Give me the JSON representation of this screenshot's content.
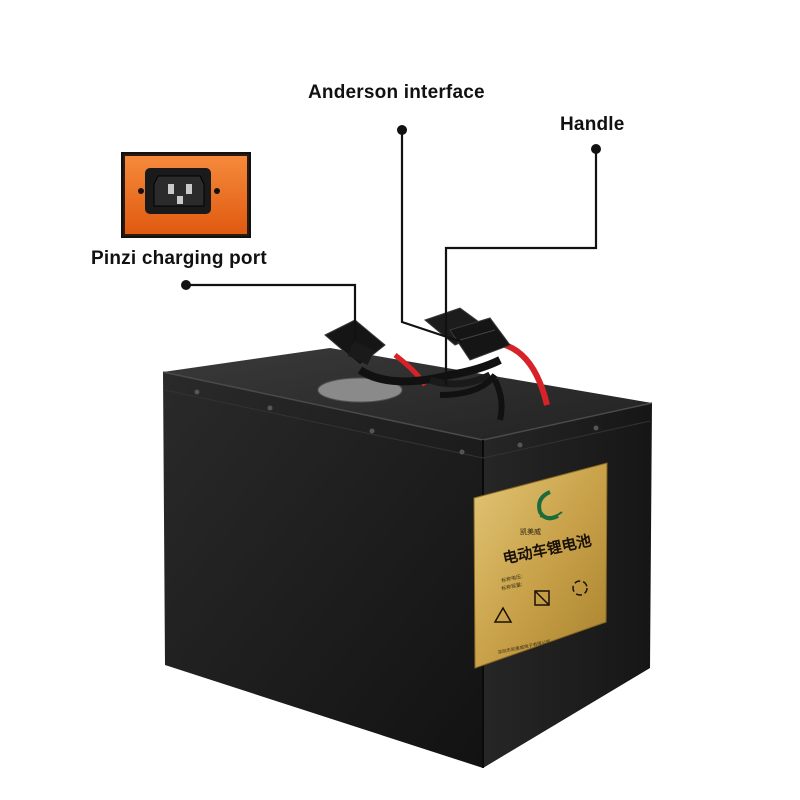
{
  "callouts": {
    "anderson": "Anderson interface",
    "handle": "Handle",
    "charging_port": "Pinzi charging port"
  },
  "battery_label": {
    "brand": "凯美威",
    "product": "电动车锂电池",
    "spec_lines": [
      "标称电压:",
      "标称容量:"
    ],
    "footer": "深圳市凯美威电子有限公司"
  },
  "icons": [
    "logo-icon",
    "warning-icon",
    "no-disposal-icon",
    "recycle-icon",
    "power-socket-icon"
  ],
  "colors": {
    "battery_body": "#1e1e1e",
    "label_gold": "#c9a24a",
    "socket_orange": "#f06a1c",
    "cable_red": "#d8222a",
    "leader_line": "#111111"
  }
}
